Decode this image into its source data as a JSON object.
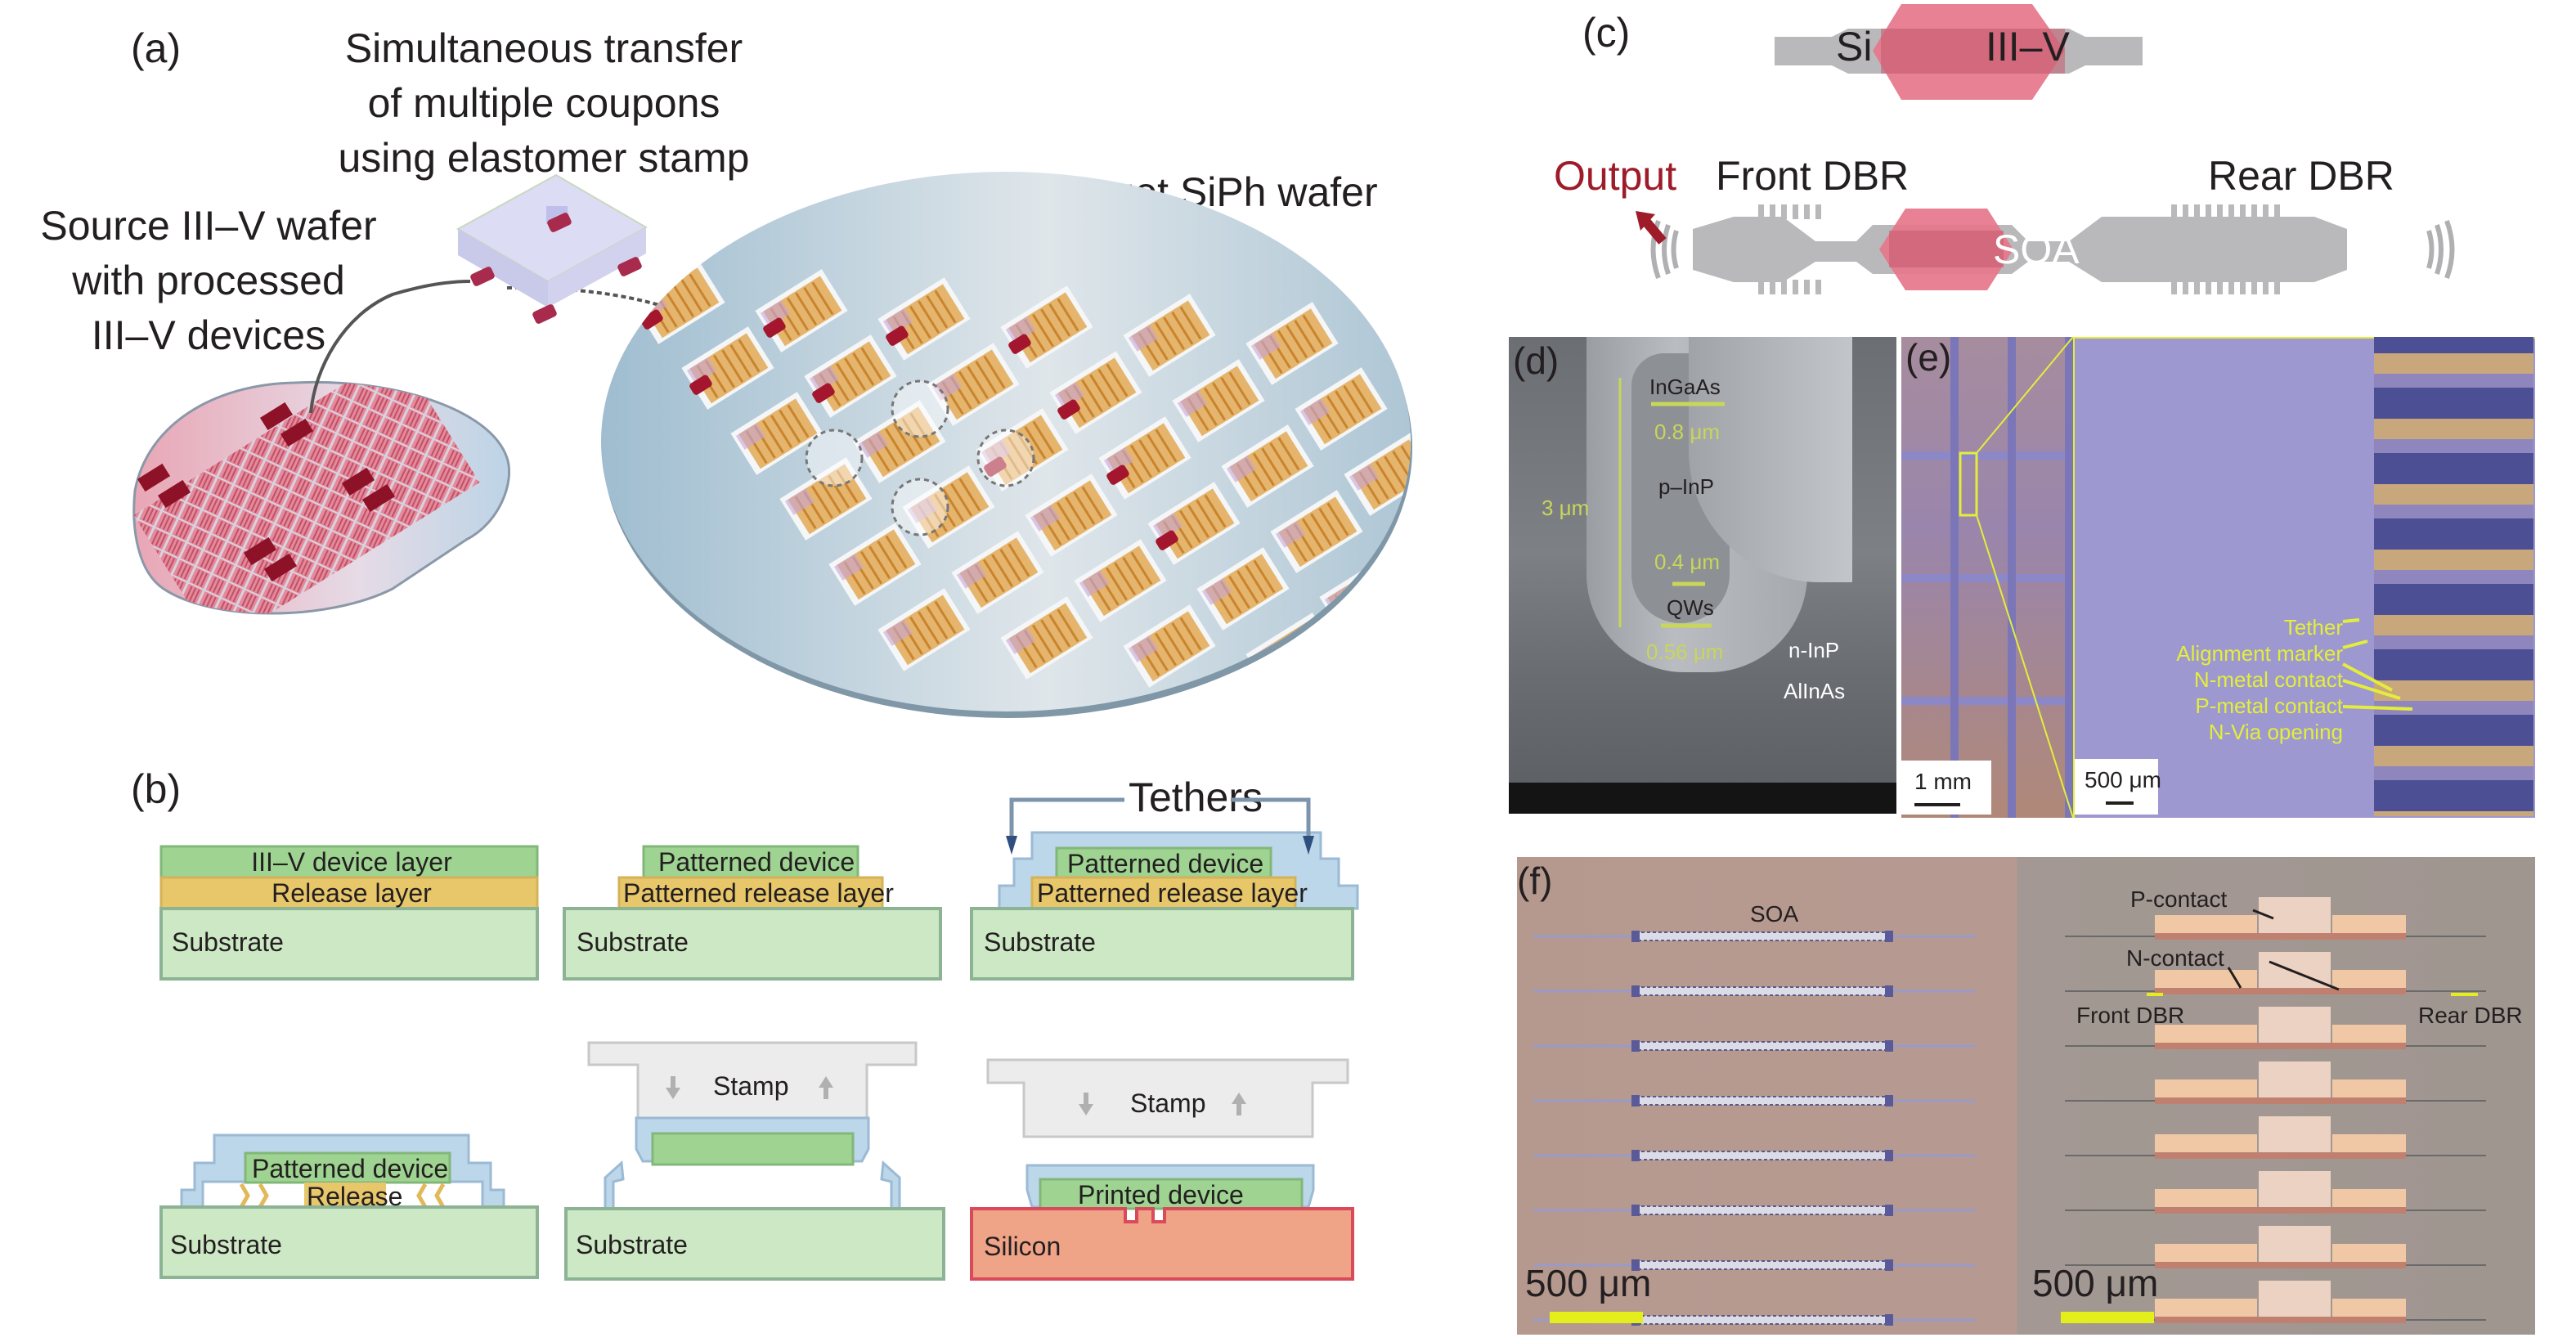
{
  "figure": {
    "panels": {
      "a": {
        "label": "(a)",
        "stamp_caption": [
          "Simultaneous transfer",
          "of multiple coupons",
          "using elastomer stamp"
        ],
        "source_caption": [
          "Source III–V wafer",
          "with processed",
          "III–V devices"
        ],
        "target_caption": "Target SiPh wafer",
        "colors": {
          "source_wafer": "#e9b7c3",
          "coupon": "#b0203a",
          "target_wafer": "#b9cdd8",
          "die": "#e2a955",
          "stamp": "#d8d8f0"
        }
      },
      "b": {
        "label": "(b)",
        "tethers_label": "Tethers",
        "steps": [
          {
            "layers": [
              "III–V device layer",
              "Release layer",
              "Substrate"
            ]
          },
          {
            "layers": [
              "Patterned device",
              "Patterned release layer",
              "Substrate"
            ]
          },
          {
            "layers": [
              "Patterned device",
              "Patterned release layer",
              "Substrate"
            ]
          },
          {
            "layers": [
              "Patterned device",
              "Release",
              "Substrate"
            ]
          },
          {
            "layers": [
              "Stamp",
              "Substrate"
            ]
          },
          {
            "layers": [
              "Stamp",
              "Printed device",
              "Silicon"
            ]
          }
        ],
        "colors": {
          "device": "#9ed391",
          "release": "#e8c76a",
          "substrate": "#cde8c4",
          "tether": "#bcd6ea",
          "stamp": "#ececec",
          "silicon": "#efa387",
          "silicon_edge": "#d94a5a"
        }
      },
      "c": {
        "label": "(c)",
        "top_labels": {
          "si": "Si",
          "iii_v": "III–V"
        },
        "bottom_labels": {
          "output": "Output",
          "front": "Front DBR",
          "rear": "Rear DBR",
          "soa": "SOA"
        },
        "colors": {
          "waveguide": "#b9b9bb",
          "iii_v": "#e5768a",
          "output": "#9e1b2a"
        }
      },
      "d": {
        "label": "(d)",
        "annotations": [
          "InGaAs",
          "0.8 μm",
          "p–InP",
          "3 μm",
          "0.4 μm",
          "QWs",
          "0.56 μm",
          "n-InP",
          "AlInAs"
        ],
        "accent_color": "#c8d65a"
      },
      "e": {
        "label": "(e)",
        "scale_left": "1 mm",
        "scale_right": "500 μm",
        "callouts": [
          "Tether",
          "Alignment marker",
          "N-metal contact",
          "P-metal contact",
          "N-Via opening"
        ],
        "accent_color": "#e4ee3a"
      },
      "f": {
        "label": "(f)",
        "soa_label": "SOA",
        "p_contact": "P-contact",
        "n_contact": "N-contact",
        "front_dbr": "Front DBR",
        "rear_dbr": "Rear DBR",
        "scale_left": "500 μm",
        "scale_right": "500 μm",
        "device_rows": 8
      }
    }
  }
}
